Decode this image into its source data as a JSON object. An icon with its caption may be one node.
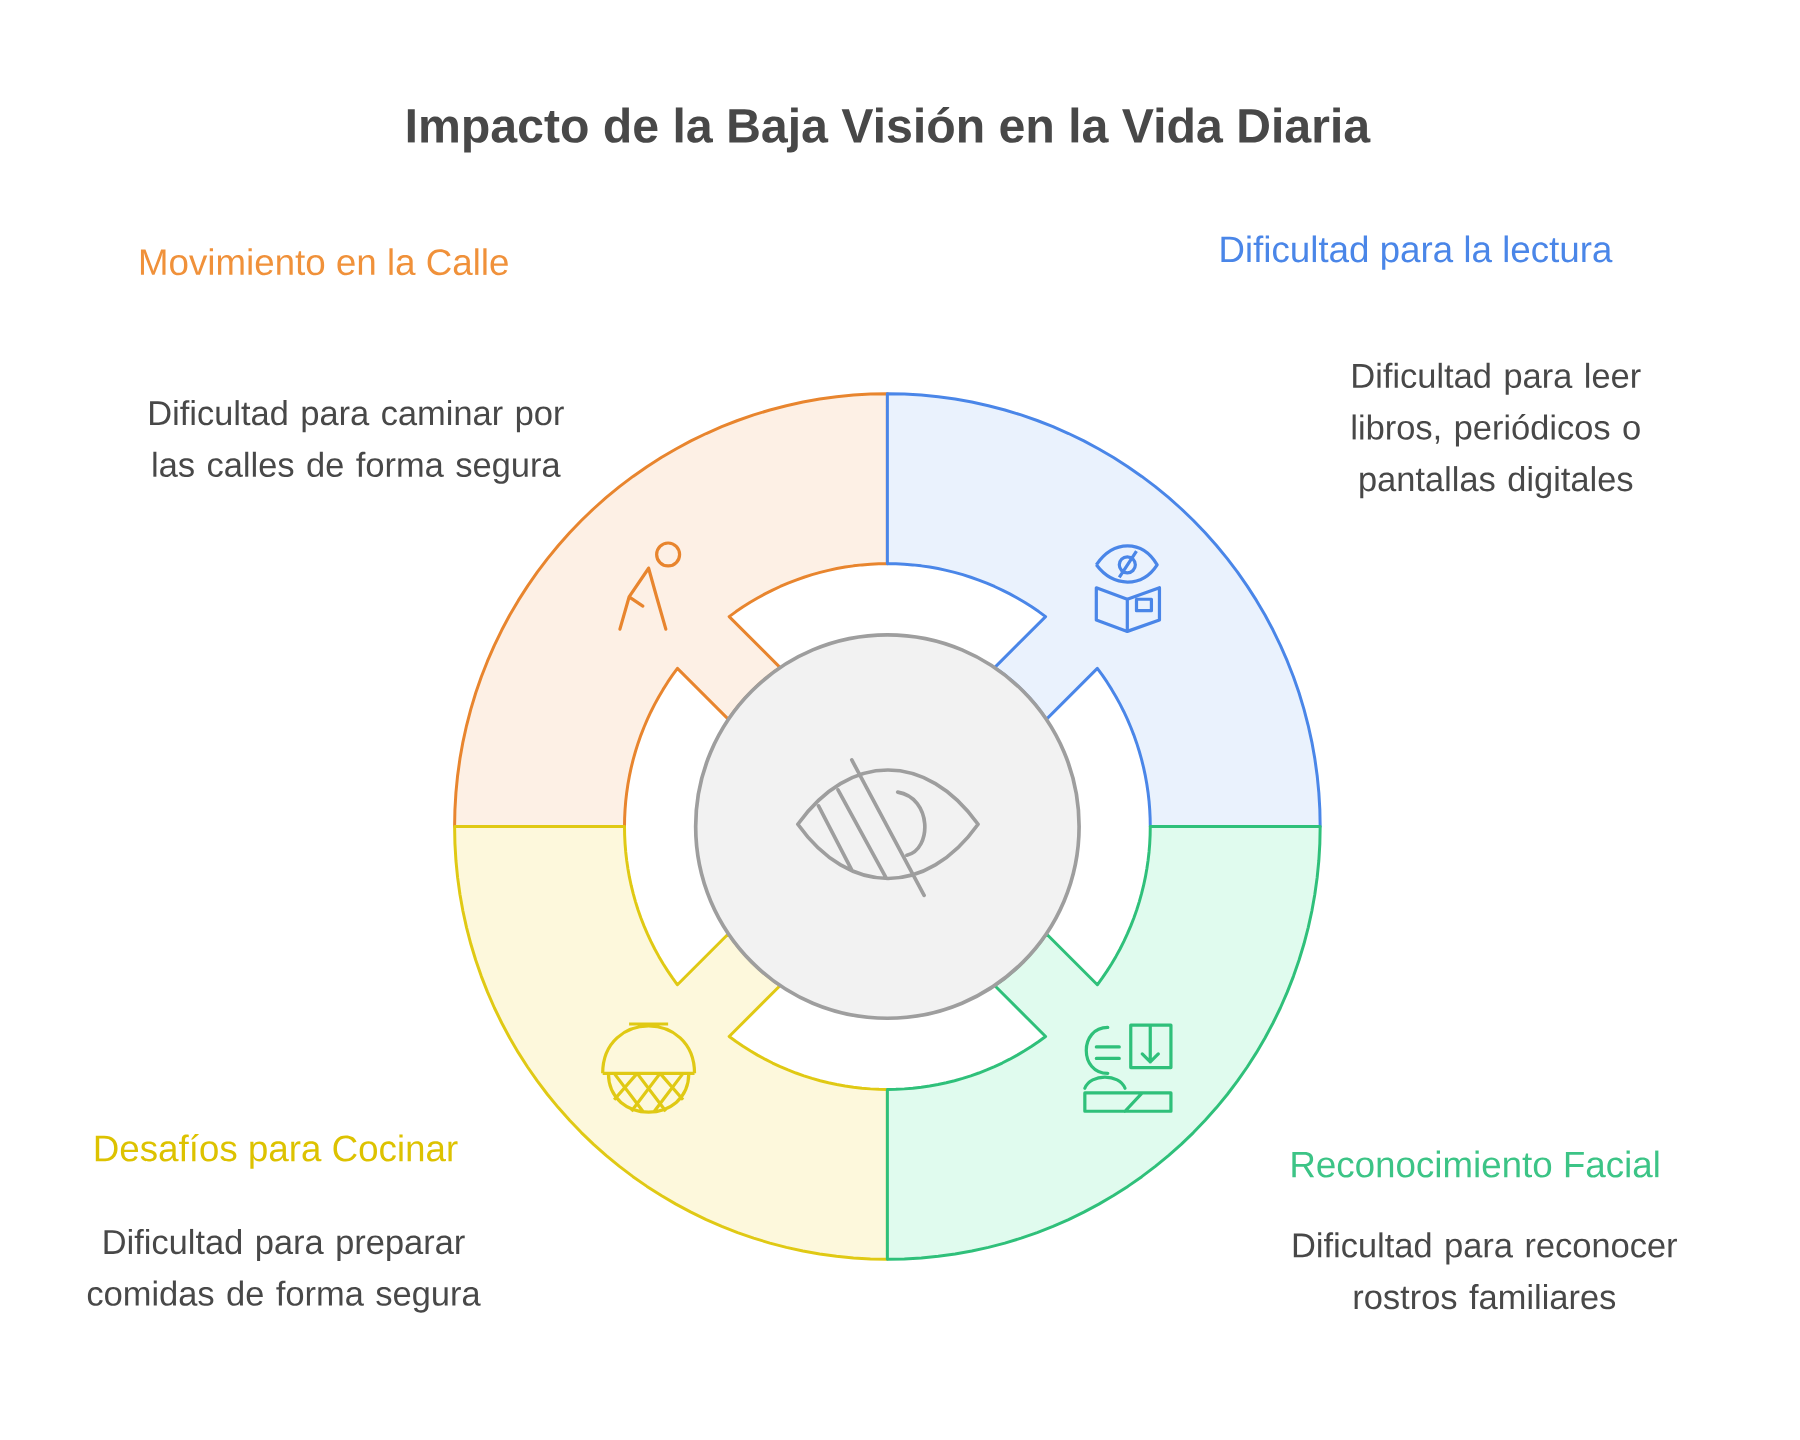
{
  "diagram": {
    "title": "Impacto de la Baja Visión en la Vida Diaria",
    "nodes": [
      {
        "text": [
          "Movimiento en la Calle",
          "Dificultad para caminar por las calles de forma segura"
        ]
      },
      {
        "text": [
          "Dificultad para la lectura",
          "Dificultad para leer libros, periódicos o pantallas digitales"
        ]
      },
      {
        "text": [
          "Desafíos para Cocinar",
          "Dificultad para preparar comidas de forma segura"
        ]
      },
      {
        "text": [
          "Reconocimiento Facial",
          "Dificultad para reconocer rostros familiares"
        ]
      },
      {
        "text": [],
        "shape": "circle"
      }
    ]
  }
}
